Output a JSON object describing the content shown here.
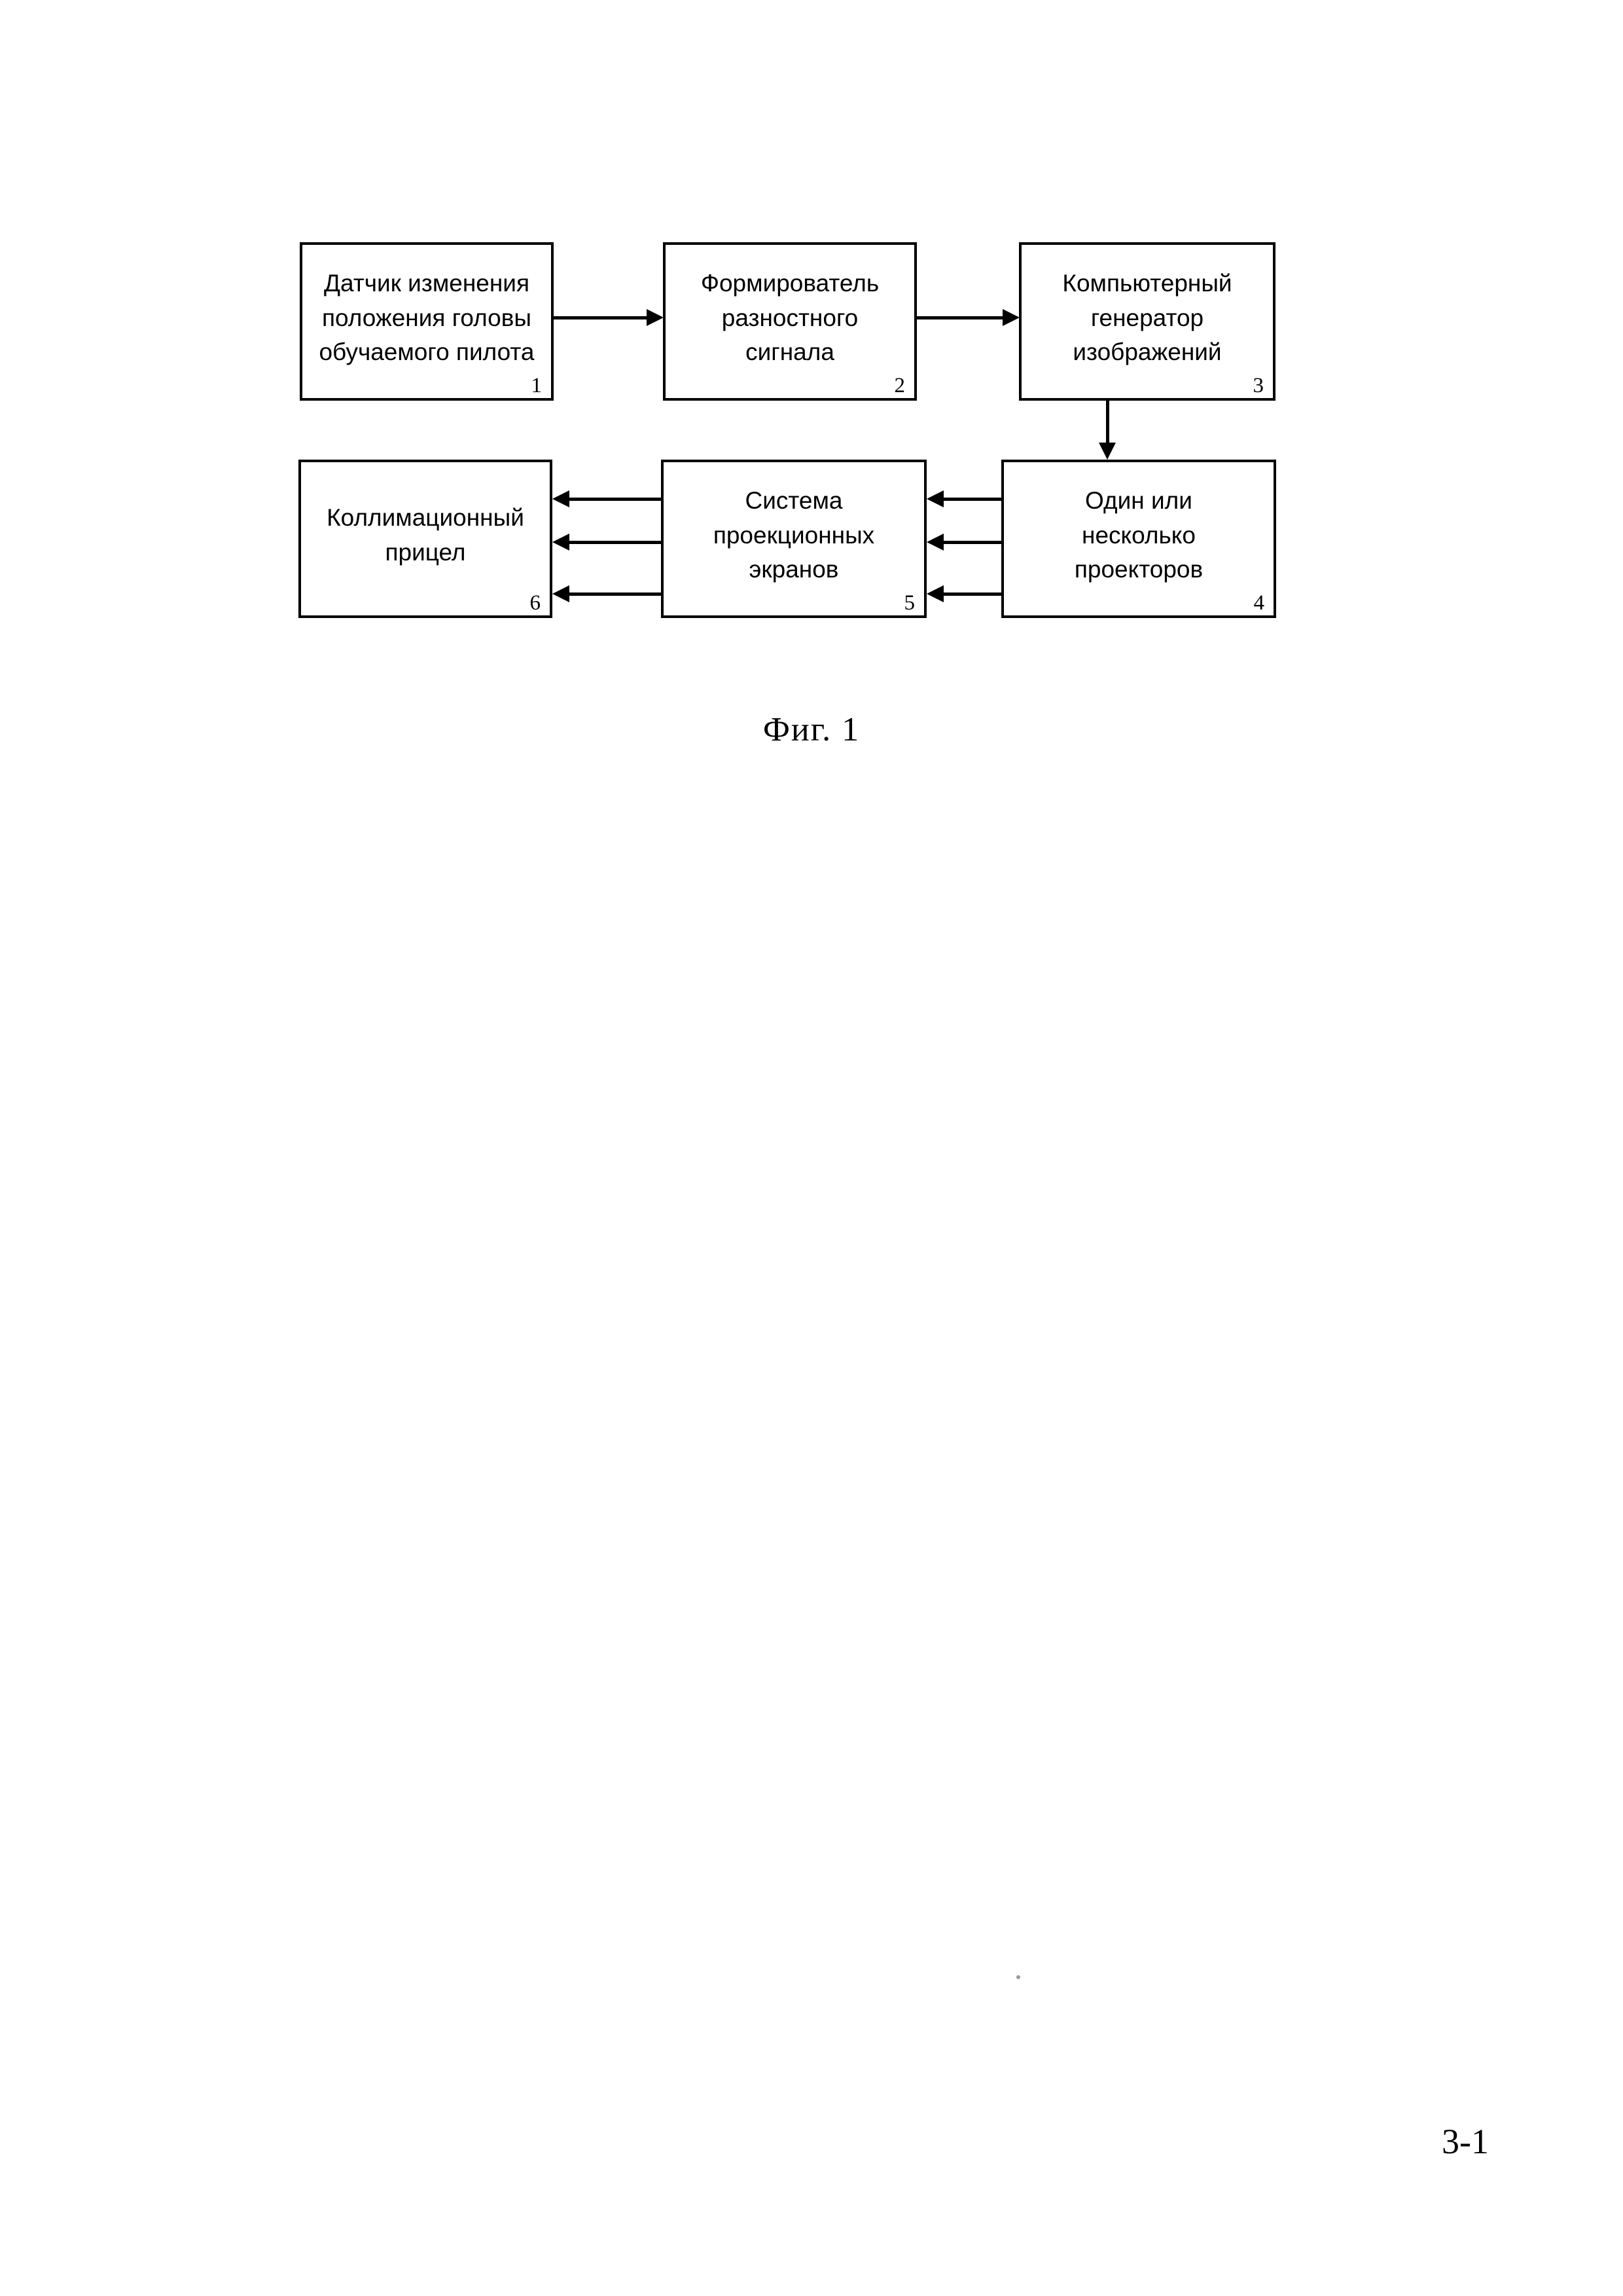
{
  "document": {
    "figure_caption": "Фиг. 1",
    "page_number": "3-1"
  },
  "diagram": {
    "type": "block-diagram",
    "nodes": [
      {
        "id": "1",
        "number": "1",
        "label": "Датчик изменения\nположения головы\nобучаемого пилота",
        "name": "sensor-head-position"
      },
      {
        "id": "2",
        "number": "2",
        "label": "Формирователь\nразностного\nсигнала",
        "name": "difference-signal-former"
      },
      {
        "id": "3",
        "number": "3",
        "label": "Компьютерный\nгенератор\nизображений",
        "name": "computer-image-generator"
      },
      {
        "id": "4",
        "number": "4",
        "label": "Один или\nнесколько\nпроекторов",
        "name": "projectors"
      },
      {
        "id": "5",
        "number": "5",
        "label": "Система\nпроекционных\nэкранов",
        "name": "projection-screens-system"
      },
      {
        "id": "6",
        "number": "6",
        "label": "Коллимационный\nприцел",
        "name": "collimating-sight"
      }
    ],
    "edges": [
      {
        "from": "1",
        "to": "2",
        "direction": "right"
      },
      {
        "from": "2",
        "to": "3",
        "direction": "right"
      },
      {
        "from": "3",
        "to": "4",
        "direction": "down"
      },
      {
        "from": "4",
        "to": "5",
        "direction": "left",
        "count": 3
      },
      {
        "from": "5",
        "to": "6",
        "direction": "left",
        "count": 3
      }
    ]
  },
  "colors": {
    "ink": "#000000",
    "paper": "#ffffff"
  }
}
